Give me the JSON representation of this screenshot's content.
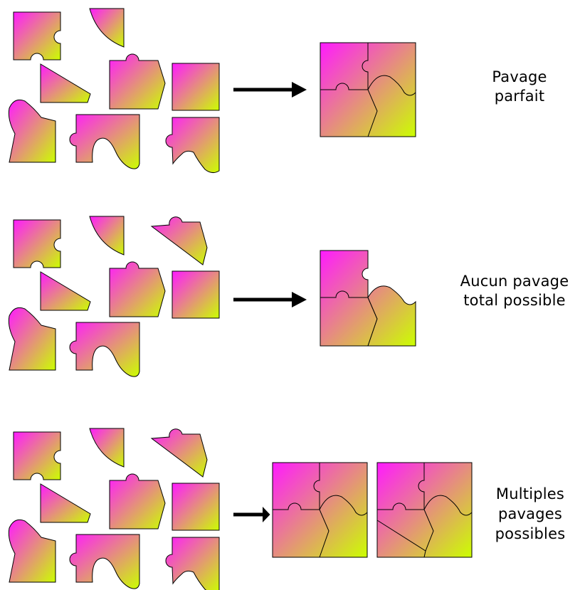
{
  "rows": [
    {
      "id": "row-perfect",
      "caption": [
        "Pavage",
        "parfait"
      ]
    },
    {
      "id": "row-none",
      "caption": [
        "Aucun pavage",
        "total possible"
      ]
    },
    {
      "id": "row-multiple",
      "caption": [
        "Multiples",
        "pavages",
        "possibles"
      ]
    }
  ],
  "colors": {
    "gradient_start": "#ff1aff",
    "gradient_end": "#ccff00",
    "stroke": "#000000",
    "arrow": "#000000"
  }
}
